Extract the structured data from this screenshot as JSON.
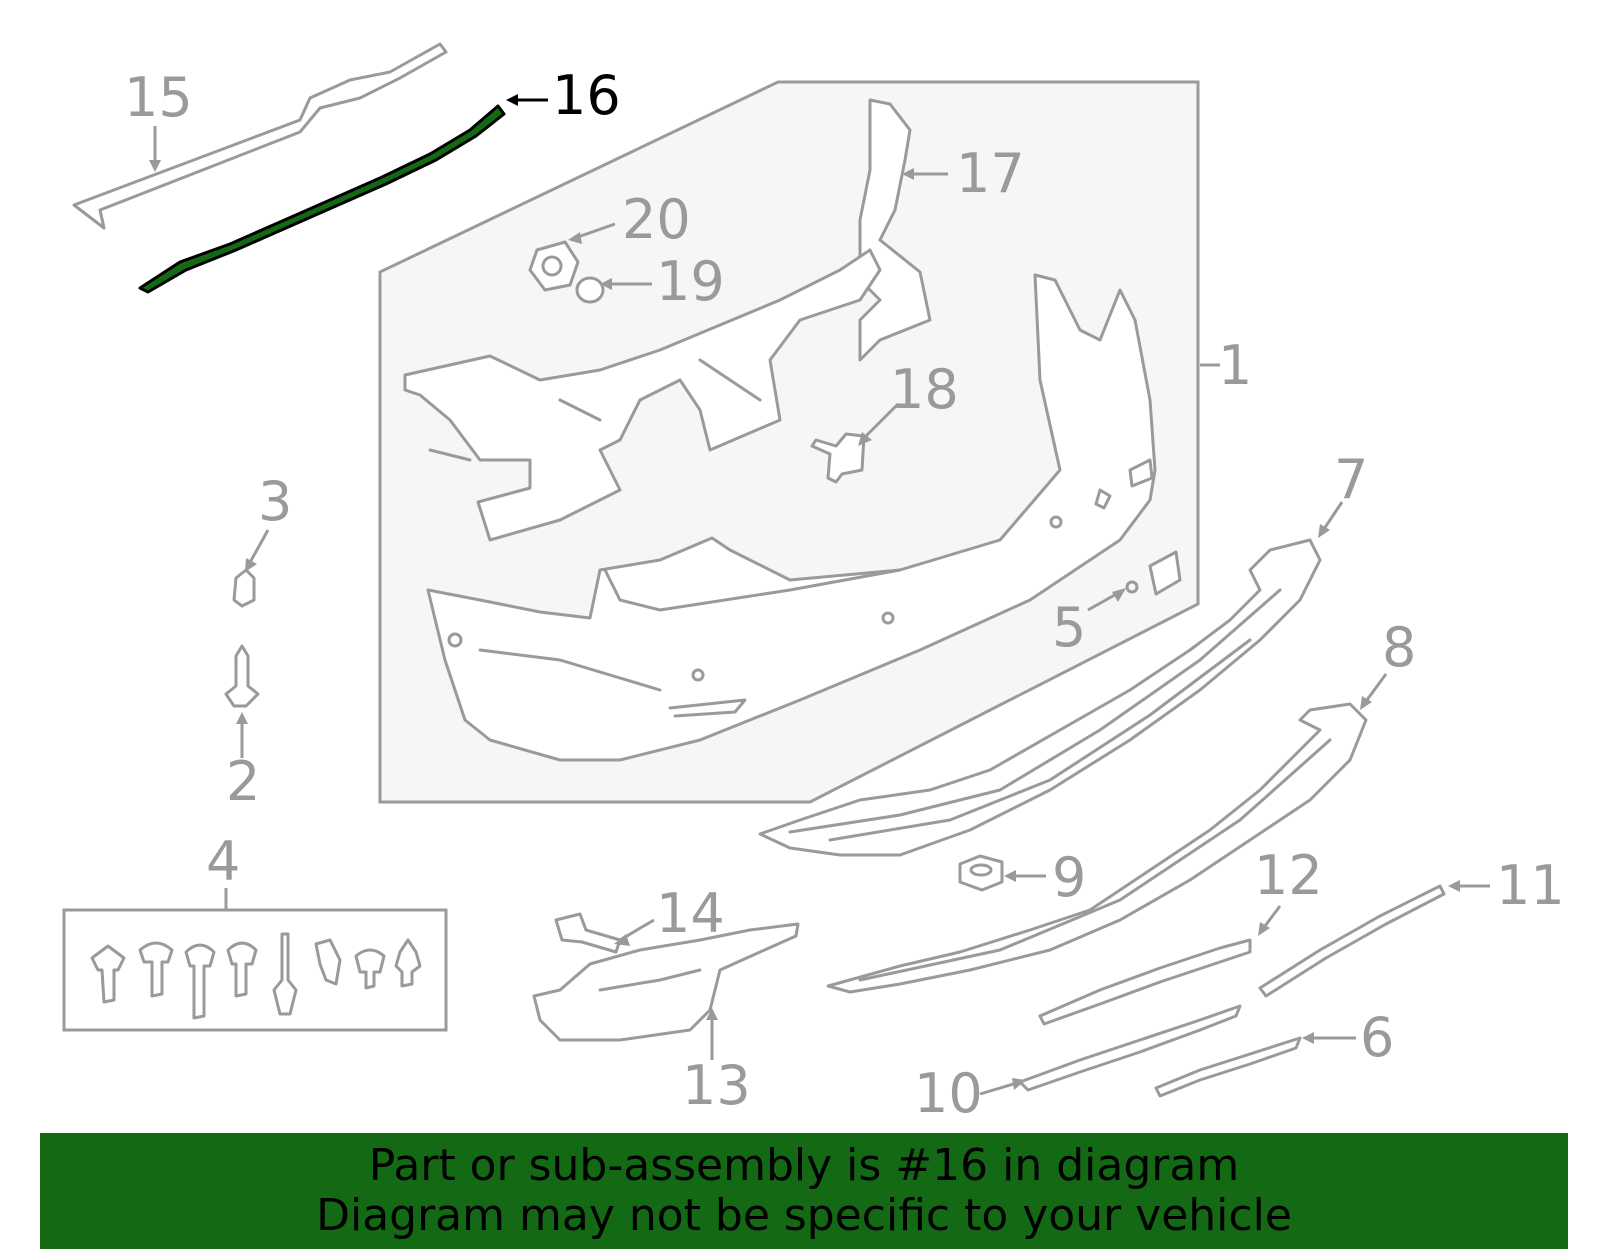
{
  "diagram": {
    "highlight_color": "#146a14",
    "line_color": "#9a9a9a",
    "highlighted_part": "16",
    "callouts": [
      "1",
      "2",
      "3",
      "4",
      "5",
      "6",
      "7",
      "8",
      "9",
      "10",
      "11",
      "12",
      "13",
      "14",
      "15",
      "16",
      "17",
      "18",
      "19",
      "20"
    ]
  },
  "banner": {
    "background": "#146a14",
    "line1": "Part or sub-assembly is #16 in diagram",
    "line2": "Diagram may not be specific to your vehicle"
  }
}
